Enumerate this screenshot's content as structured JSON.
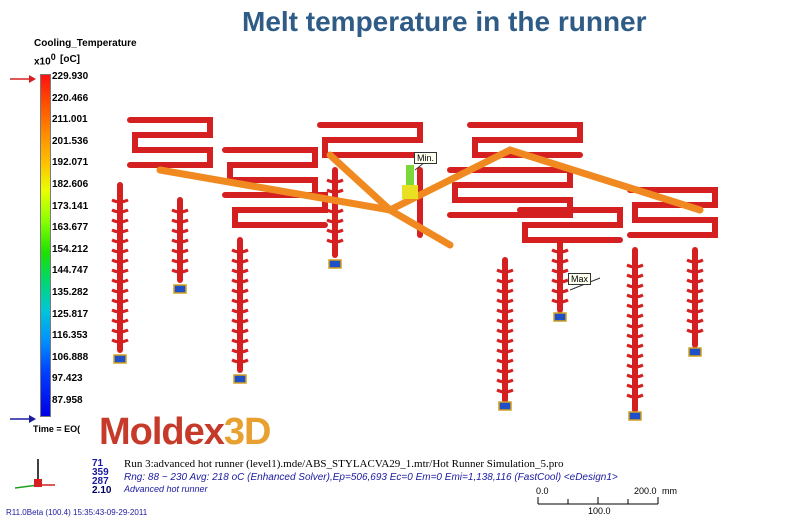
{
  "title": "Melt temperature in the runner",
  "legend": {
    "name": "Cooling_Temperature",
    "exponent_prefix": "x10",
    "exponent": "0",
    "unit": "[oC]",
    "ticks": [
      "229.930",
      "220.466",
      "211.001",
      "201.536",
      "192.071",
      "182.606",
      "173.141",
      "163.677",
      "154.212",
      "144.747",
      "135.282",
      "125.817",
      "116.353",
      "106.888",
      "97.423",
      "87.958"
    ],
    "time_label": "Time = EO("
  },
  "callouts": {
    "min": "Min.",
    "max": "Max"
  },
  "logo": {
    "main": "Moldex",
    "suffix": "3D"
  },
  "run_numbers": [
    "71",
    "359",
    "287",
    "2.10"
  ],
  "info": {
    "line1": "Run 3:advanced hot runner (level1).mde/ABS_STYLACVA29_1.mtr/Hot Runner Simulation_5.pro",
    "line2": "Rng: 88 ~ 230   Avg: 218 oC (Enhanced Solver),Ep=506,693 Ec=0 Em=0 Emi=1,138,116 (FastCool) <eDesign1>",
    "line3": "Advanced hot runner"
  },
  "build": "R11.0Beta (100.4) 15:35:43-09-29-2011",
  "ruler": {
    "left": "0.0",
    "right": "200.0",
    "unit": "mm",
    "mid": "100.0"
  },
  "colors": {
    "title": "#2f5c86",
    "part": "#d42020",
    "runner": "#f08a20",
    "text_blue": "#1a1aa0"
  }
}
